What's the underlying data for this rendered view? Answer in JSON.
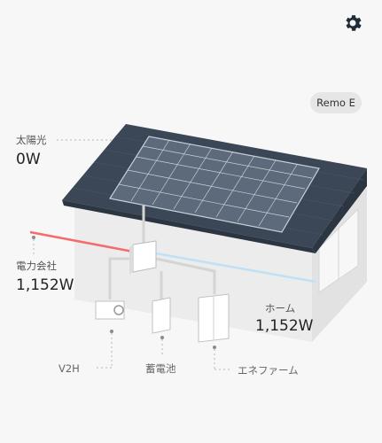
{
  "header": {
    "settings_icon": "gear-icon"
  },
  "device": {
    "name": "Remo E"
  },
  "solar": {
    "label": "太陽光",
    "value": "0W"
  },
  "grid": {
    "label": "電力会社",
    "value": "1,152W"
  },
  "home": {
    "label": "ホーム",
    "value": "1,152W"
  },
  "devices": {
    "v2h": "V2H",
    "battery": "蓄電池",
    "enefarm": "エネファーム"
  },
  "colors": {
    "roof": "#3b4656",
    "grid_line": "#f36b6b",
    "home_line": "#bfe0f5",
    "house_wall": "#ececec"
  }
}
